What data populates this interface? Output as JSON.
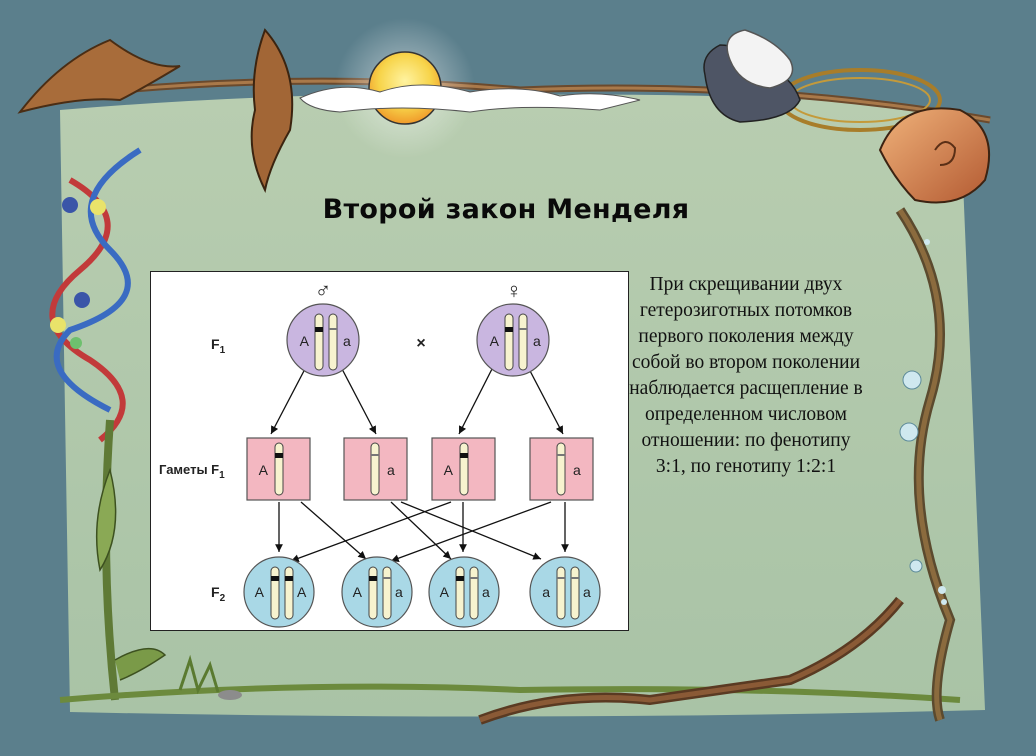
{
  "slide": {
    "title": "Второй закон Менделя",
    "description": "При скрещивании двух гетерозиготных потомков первого поколения между собой во втором поколении наблюдается расщепление в определенном числовом отношении: по фенотипу 3:1, по генотипу 1:2:1"
  },
  "diagram": {
    "row_labels": {
      "f1_main": "F",
      "f1_sub": "1",
      "gametes_main": "Гаметы F",
      "gametes_sub": "1",
      "f2_main": "F",
      "f2_sub": "2"
    },
    "cross_symbol": "×",
    "male_symbol": "♂",
    "female_symbol": "♀",
    "parents": [
      {
        "alleles": [
          "A",
          "a"
        ]
      },
      {
        "alleles": [
          "A",
          "a"
        ]
      }
    ],
    "gametes": [
      {
        "allele": "A"
      },
      {
        "allele": "a"
      },
      {
        "allele": "A"
      },
      {
        "allele": "a"
      }
    ],
    "offspring": [
      {
        "alleles": [
          "A",
          "A"
        ]
      },
      {
        "alleles": [
          "A",
          "a"
        ]
      },
      {
        "alleles": [
          "A",
          "a"
        ]
      },
      {
        "alleles": [
          "a",
          "a"
        ]
      }
    ]
  },
  "colors": {
    "parent_cell": "#c9b6e0",
    "gamete_cell": "#f3b7c1",
    "offspring_cell": "#a9d8e6",
    "chromosome": "#f7f3cf"
  }
}
